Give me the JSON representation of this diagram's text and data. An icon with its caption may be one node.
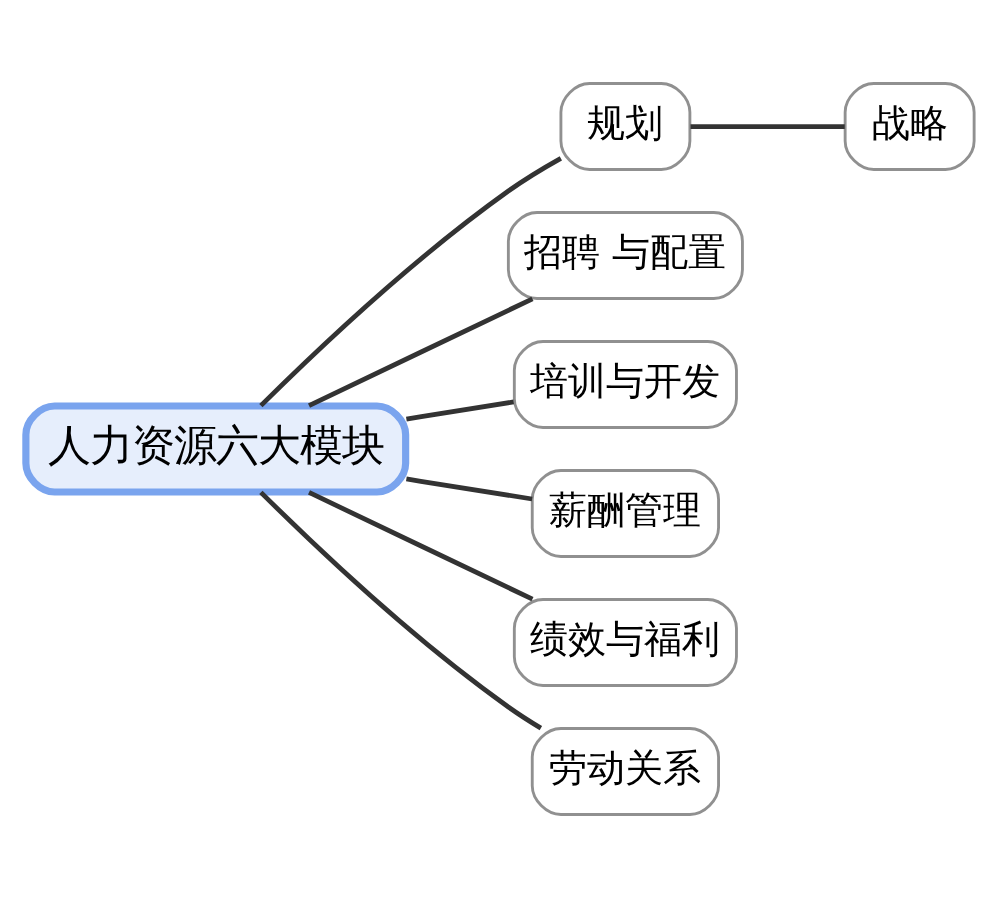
{
  "diagram": {
    "nodes": [
      {
        "text": [
          "人力资源六大模块"
        ]
      },
      {
        "text": [
          "规划"
        ]
      },
      {
        "text": [
          "战略"
        ]
      },
      {
        "text": [
          "招聘 与配置"
        ]
      },
      {
        "text": [
          "培训与开发"
        ]
      },
      {
        "text": [
          "薪酬管理"
        ]
      },
      {
        "text": [
          "绩效与福利"
        ]
      },
      {
        "text": [
          "劳动关系"
        ]
      }
    ],
    "edges": [
      {
        "from": 0,
        "to": 1,
        "arrow": "none"
      },
      {
        "from": 1,
        "to": 2,
        "arrow": "none"
      },
      {
        "from": 0,
        "to": 3,
        "arrow": "none"
      },
      {
        "from": 0,
        "to": 4,
        "arrow": "none"
      },
      {
        "from": 0,
        "to": 5,
        "arrow": "none"
      },
      {
        "from": 0,
        "to": 6,
        "arrow": "none"
      },
      {
        "from": 0,
        "to": 7,
        "arrow": "none"
      }
    ]
  }
}
